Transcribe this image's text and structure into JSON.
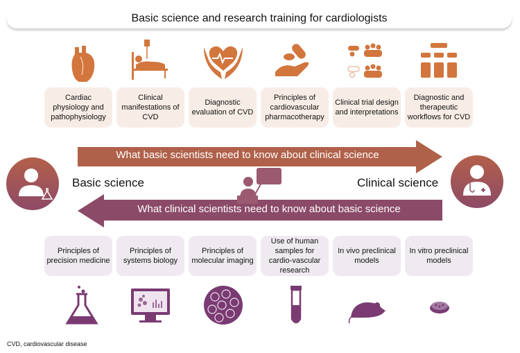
{
  "title": "Basic science and research training for cardiologists",
  "clinical_topics": [
    {
      "icon": "heart-anatomy-icon",
      "label": "Cardiac physiology and pathophysiology"
    },
    {
      "icon": "hospital-bed-icon",
      "label": "Clinical manifestations of CVD"
    },
    {
      "icon": "hands-heart-icon",
      "label": "Diagnostic evaluation of CVD"
    },
    {
      "icon": "hand-pills-icon",
      "label": "Principles of cardiovascular pharmacotherapy"
    },
    {
      "icon": "pills-groups-icon",
      "label": "Clinical trial design and interpretations"
    },
    {
      "icon": "flowchart-icon",
      "label": "Diagnostic and therapeutic workflows for CVD"
    }
  ],
  "arrows": {
    "to_clinical": "What basic scientists need to know about clinical science",
    "to_basic": "What clinical scientists need to know about basic science"
  },
  "sides": {
    "basic": "Basic science",
    "clinical": "Clinical science"
  },
  "basic_topics": [
    {
      "icon": "flask-icon",
      "label": "Principles of precision medicine"
    },
    {
      "icon": "monitor-icon",
      "label": "Principles of systems biology"
    },
    {
      "icon": "cells-icon",
      "label": "Principles of molecular imaging"
    },
    {
      "icon": "test-tube-icon",
      "label": "Use of human samples for cardio-vascular research"
    },
    {
      "icon": "mouse-icon",
      "label": "In vivo preclinical models"
    },
    {
      "icon": "petri-dish-icon",
      "label": "In vitro preclinical models"
    }
  ],
  "footnote": "CVD, cardiovascular disease",
  "colors": {
    "orange": "#d2763d",
    "purple": "#7a3a72",
    "arrow_top": "#b0614a",
    "arrow_bottom": "#8b4a68"
  }
}
